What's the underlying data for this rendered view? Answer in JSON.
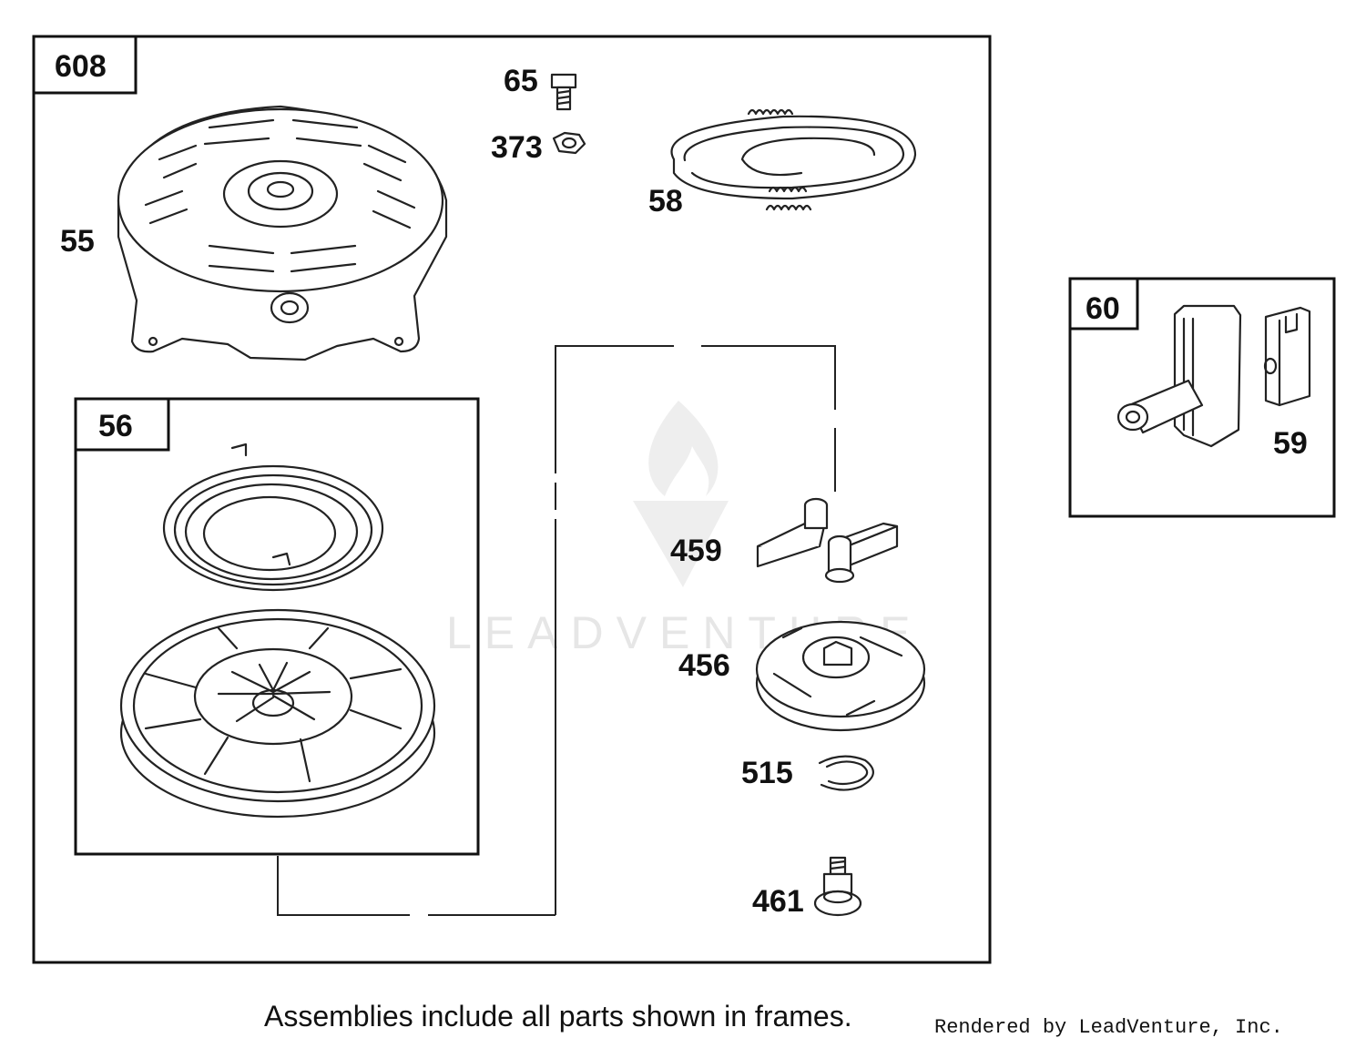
{
  "frames": {
    "main": "608",
    "inner": "56",
    "side": "60"
  },
  "parts": {
    "p55": "55",
    "p65": "65",
    "p373": "373",
    "p58": "58",
    "p459": "459",
    "p456": "456",
    "p515": "515",
    "p461": "461",
    "p59": "59"
  },
  "watermark": "LEADVENTURE",
  "caption": "Assemblies include all parts shown in frames.",
  "credit": "Rendered by LeadVenture, Inc."
}
